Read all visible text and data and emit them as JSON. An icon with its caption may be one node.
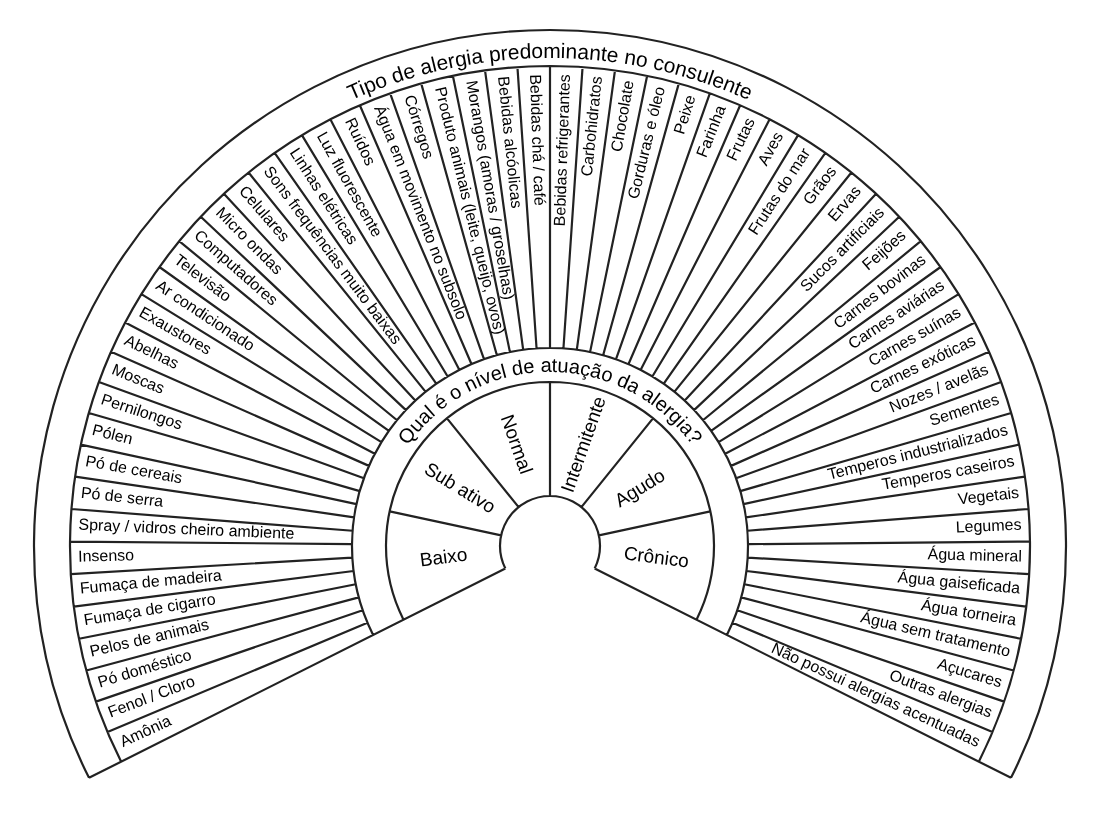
{
  "diagram": {
    "title": "Tipo de alergia predominante no consulente",
    "nodes": [
      {
        "text": [
          "Amônia"
        ]
      },
      {
        "text": [
          "Fenol / Cloro"
        ]
      },
      {
        "text": [
          "Pó doméstico"
        ]
      },
      {
        "text": [
          "Pelos de animais"
        ]
      },
      {
        "text": [
          "Fumaça de cigarro"
        ]
      },
      {
        "text": [
          "Fumaça de madeira"
        ]
      },
      {
        "text": [
          "Insenso"
        ]
      },
      {
        "text": [
          "Spray / vidros cheiro ambiente"
        ]
      },
      {
        "text": [
          "Pó de serra"
        ]
      },
      {
        "text": [
          "Pó de cereais"
        ]
      },
      {
        "text": [
          "Pólen"
        ]
      },
      {
        "text": [
          "Pernilongos"
        ]
      },
      {
        "text": [
          "Moscas"
        ]
      },
      {
        "text": [
          "Abelhas"
        ]
      },
      {
        "text": [
          "Exaustores"
        ]
      },
      {
        "text": [
          "Ar condicionado"
        ]
      },
      {
        "text": [
          "Televisão"
        ]
      },
      {
        "text": [
          "Computadores"
        ]
      },
      {
        "text": [
          "Micro ondas"
        ]
      },
      {
        "text": [
          "Celulares"
        ]
      },
      {
        "text": [
          "Sons frequências muito baixas"
        ]
      },
      {
        "text": [
          "Linhas elétricas"
        ]
      },
      {
        "text": [
          "Luz fluorescente"
        ]
      },
      {
        "text": [
          "Ruídos"
        ]
      },
      {
        "text": [
          "Água em movimento no subsolo"
        ]
      },
      {
        "text": [
          "Córregos"
        ]
      },
      {
        "text": [
          "Produto animais (leite, queijo, ovos)"
        ]
      },
      {
        "text": [
          "Morangos (amoras / groselhas)"
        ]
      },
      {
        "text": [
          "Bebidas alcóolicas"
        ]
      },
      {
        "text": [
          "Bebidas chá / café"
        ]
      },
      {
        "text": [
          "Bebidas refrigerantes"
        ]
      },
      {
        "text": [
          "Carbohidratos"
        ]
      },
      {
        "text": [
          "Chocolate"
        ]
      },
      {
        "text": [
          "Gorduras e óleo"
        ]
      },
      {
        "text": [
          "Peixe"
        ]
      },
      {
        "text": [
          "Farinha"
        ]
      },
      {
        "text": [
          "Frutas"
        ]
      },
      {
        "text": [
          "Aves"
        ]
      },
      {
        "text": [
          "Frutas do mar"
        ]
      },
      {
        "text": [
          "Grãos"
        ]
      },
      {
        "text": [
          "Ervas"
        ]
      },
      {
        "text": [
          "Sucos artificiais"
        ]
      },
      {
        "text": [
          "Feijões"
        ]
      },
      {
        "text": [
          "Carnes bovinas"
        ]
      },
      {
        "text": [
          "Carnes aviárias"
        ]
      },
      {
        "text": [
          "Carnes suínas"
        ]
      },
      {
        "text": [
          "Carnes exóticas"
        ]
      },
      {
        "text": [
          "Nozes / avelãs"
        ]
      },
      {
        "text": [
          "Sementes"
        ]
      },
      {
        "text": [
          "Temperos industrializados"
        ]
      },
      {
        "text": [
          "Temperos caseiros"
        ]
      },
      {
        "text": [
          "Vegetais"
        ]
      },
      {
        "text": [
          "Legumes"
        ]
      },
      {
        "text": [
          "Água mineral"
        ]
      },
      {
        "text": [
          "Água gaiseficada"
        ]
      },
      {
        "text": [
          "Água torneira"
        ]
      },
      {
        "text": [
          "Água sem tratamento"
        ]
      },
      {
        "text": [
          "Açucares"
        ]
      },
      {
        "text": [
          "Outras alergias"
        ]
      },
      {
        "text": [
          "Não possui alergias acentuadas"
        ]
      },
      {
        "text": [
          "Baixo"
        ]
      },
      {
        "text": [
          "Sub ativo"
        ]
      },
      {
        "text": [
          "Normal"
        ]
      },
      {
        "text": [
          "Intermitente"
        ]
      },
      {
        "text": [
          "Agudo"
        ]
      },
      {
        "text": [
          "Crônico"
        ]
      }
    ],
    "labels": [
      "Qual é o nível de atuação da alergia?"
    ]
  }
}
